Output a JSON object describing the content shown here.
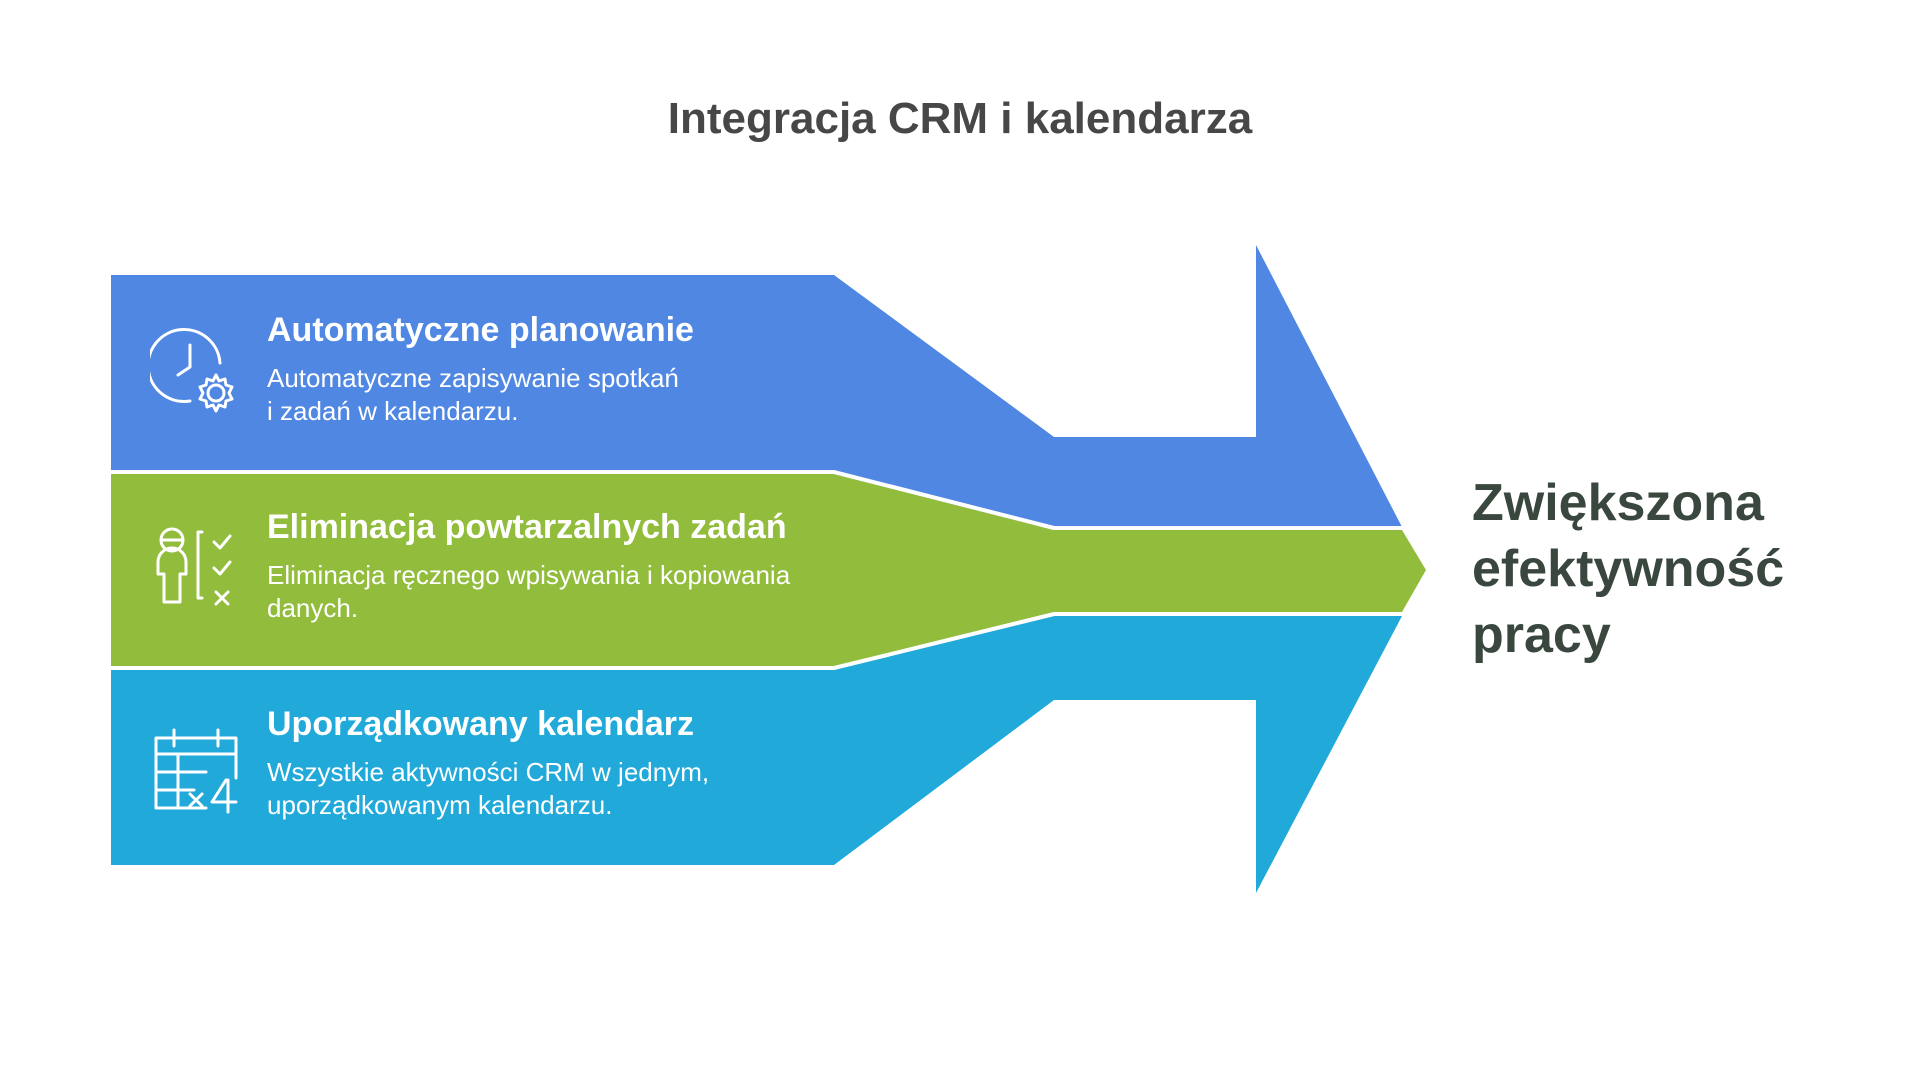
{
  "title": "Integracja CRM i kalendarza",
  "colors": {
    "blue": "#4F87E3",
    "green": "#92BC3C",
    "cyan": "#21A9DA",
    "title_text": "#474747",
    "result_text": "#3a473f"
  },
  "bands": [
    {
      "heading": "Automatyczne planowanie",
      "description": "Automatyczne zapisywanie spotkań\n i zadań w kalendarzu.",
      "icon": "clock-gear-icon"
    },
    {
      "heading": "Eliminacja powtarzalnych zadań",
      "description": "Eliminacja ręcznego wpisywania i kopiowania\ndanych.",
      "icon": "person-checklist-icon"
    },
    {
      "heading": "Uporządkowany kalendarz",
      "description": "Wszystkie aktywności CRM w jednym,\nuporządkowanym kalendarzu.",
      "icon": "calendar-grid-icon"
    }
  ],
  "result": {
    "lines": [
      "Zwiększona",
      "efektywność",
      "pracy"
    ]
  }
}
